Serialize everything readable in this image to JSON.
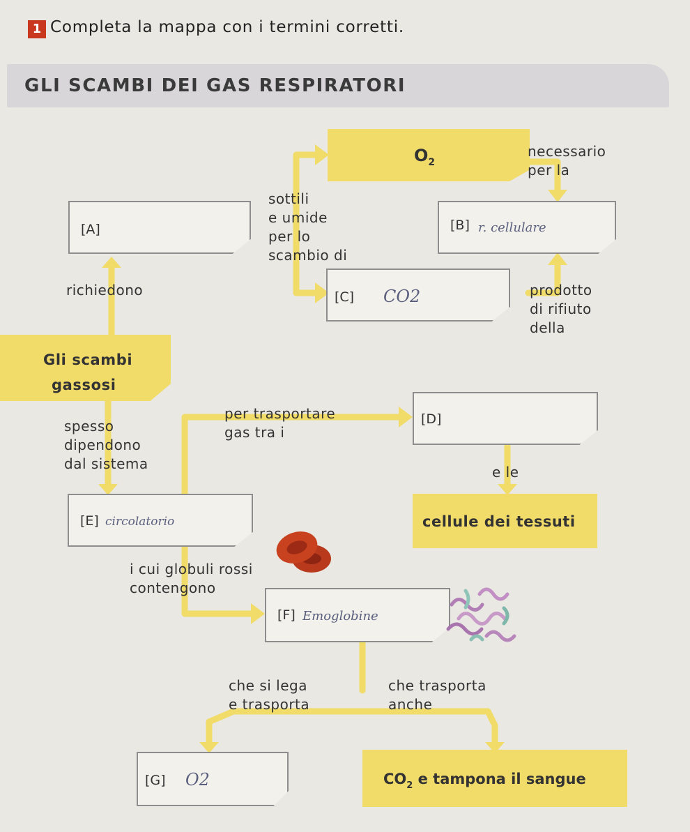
{
  "exercise": {
    "number": "1",
    "instruction": "Completa la mappa con i termini corretti."
  },
  "title": "GLI SCAMBI DEI GAS RESPIRATORI",
  "boxes": {
    "o2": "O",
    "o2_sub": "2",
    "a": {
      "label": "[A]",
      "answer": ""
    },
    "b": {
      "label": "[B]",
      "answer": "r. cellulare"
    },
    "c": {
      "label": "[C]",
      "answer": "CO2"
    },
    "gli_scambi": "Gli scambi",
    "gassosi": "gassosi",
    "d": {
      "label": "[D]",
      "answer": ""
    },
    "e": {
      "label": "[E]",
      "answer": "circolatorio"
    },
    "cellule": "cellule dei tessuti",
    "f": {
      "label": "[F]",
      "answer": "Emoglobine"
    },
    "g": {
      "label": "[G]",
      "answer": "O2"
    },
    "co2": "CO",
    "co2_sub": "2",
    "co2_rest": " e tampona il sangue"
  },
  "connectors": {
    "necessario": "necessario\nper la",
    "sottili": "sottili\ne umide\nper lo\nscambio di",
    "richiedono": "richiedono",
    "prodotto": "prodotto\ndi rifiuto\ndella",
    "spesso": "spesso\ndipendono\ndal sistema",
    "trasportare": "per trasportare\ngas tra i",
    "ele": "e le",
    "globuli": "i cui globuli rossi\ncontengono",
    "lega": "che si lega\ne trasporta",
    "trasporta": "che trasporta\nanche"
  }
}
